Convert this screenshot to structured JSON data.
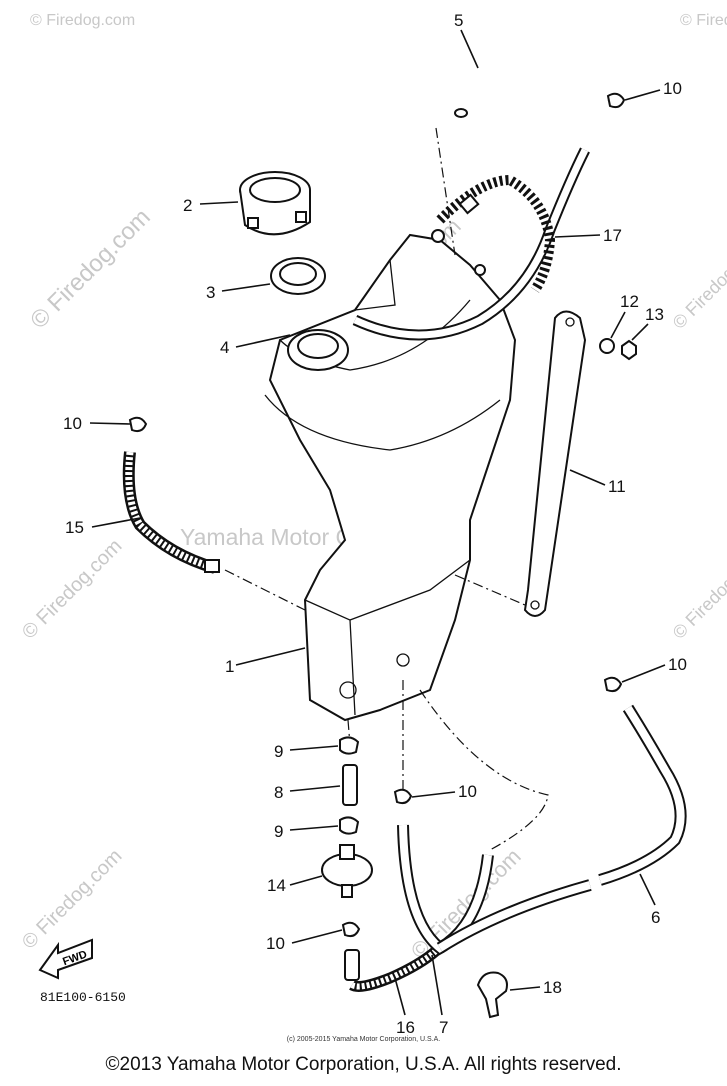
{
  "watermarks": {
    "site": "© Firedog.com",
    "center": "Yamaha Motor Corp. U.S.A."
  },
  "labels": {
    "l1": "1",
    "l2": "2",
    "l3": "3",
    "l4": "4",
    "l5": "5",
    "l6": "6",
    "l7": "7",
    "l8": "8",
    "l9a": "9",
    "l9b": "9",
    "l10a": "10",
    "l10b": "10",
    "l10c": "10",
    "l10d": "10",
    "l10e": "10",
    "l11": "11",
    "l12": "12",
    "l13": "13",
    "l14": "14",
    "l15": "15",
    "l16": "16",
    "l17": "17",
    "l18": "18"
  },
  "fwd": "FWD",
  "diagram_code": "81E100-6150",
  "small_copyright": "(c) 2005-2015 Yamaha Motor Corporation, U.S.A.",
  "copyright": "©2013 Yamaha Motor Corporation, U.S.A. All rights reserved."
}
